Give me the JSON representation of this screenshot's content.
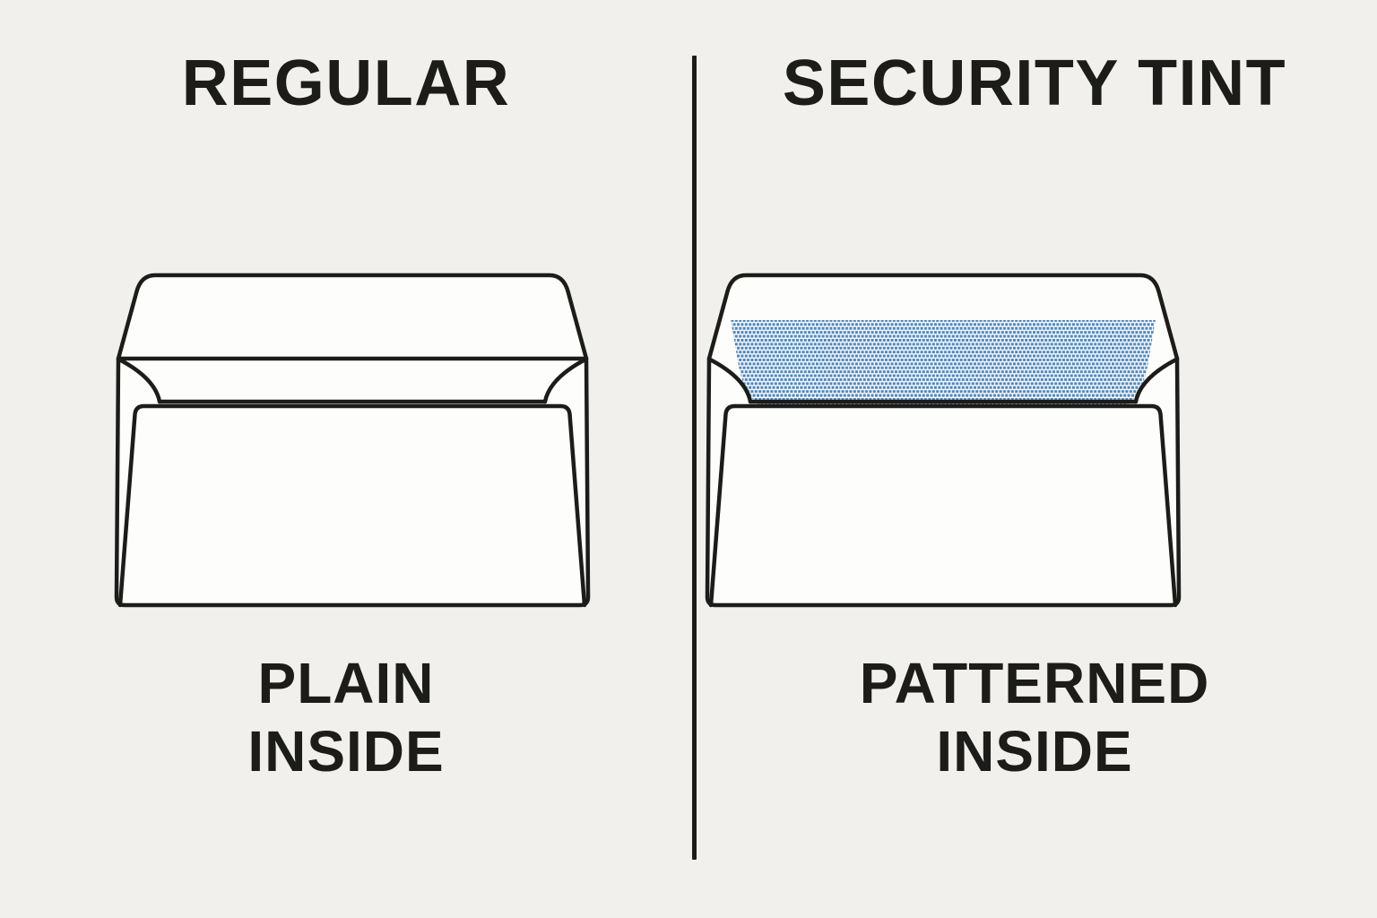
{
  "page": {
    "background_color": "#f1f0ed",
    "ink_color": "#1c1c1a",
    "envelope_fill_color": "#fdfdfb"
  },
  "divider": {
    "color": "#1c1c1a"
  },
  "left_panel": {
    "title": "REGULAR",
    "caption_line1": "PLAIN",
    "caption_line2": "INSIDE",
    "envelope": {
      "style": "plain",
      "inside": "plain white"
    }
  },
  "right_panel": {
    "title": "SECURITY TINT",
    "caption_line1": "PATTERNED",
    "caption_line2": "INSIDE",
    "envelope": {
      "style": "security-tint",
      "inside": "blue checkerboard tint",
      "tint_color": "#4e86bc",
      "tint_pattern": "checkerboard"
    }
  }
}
